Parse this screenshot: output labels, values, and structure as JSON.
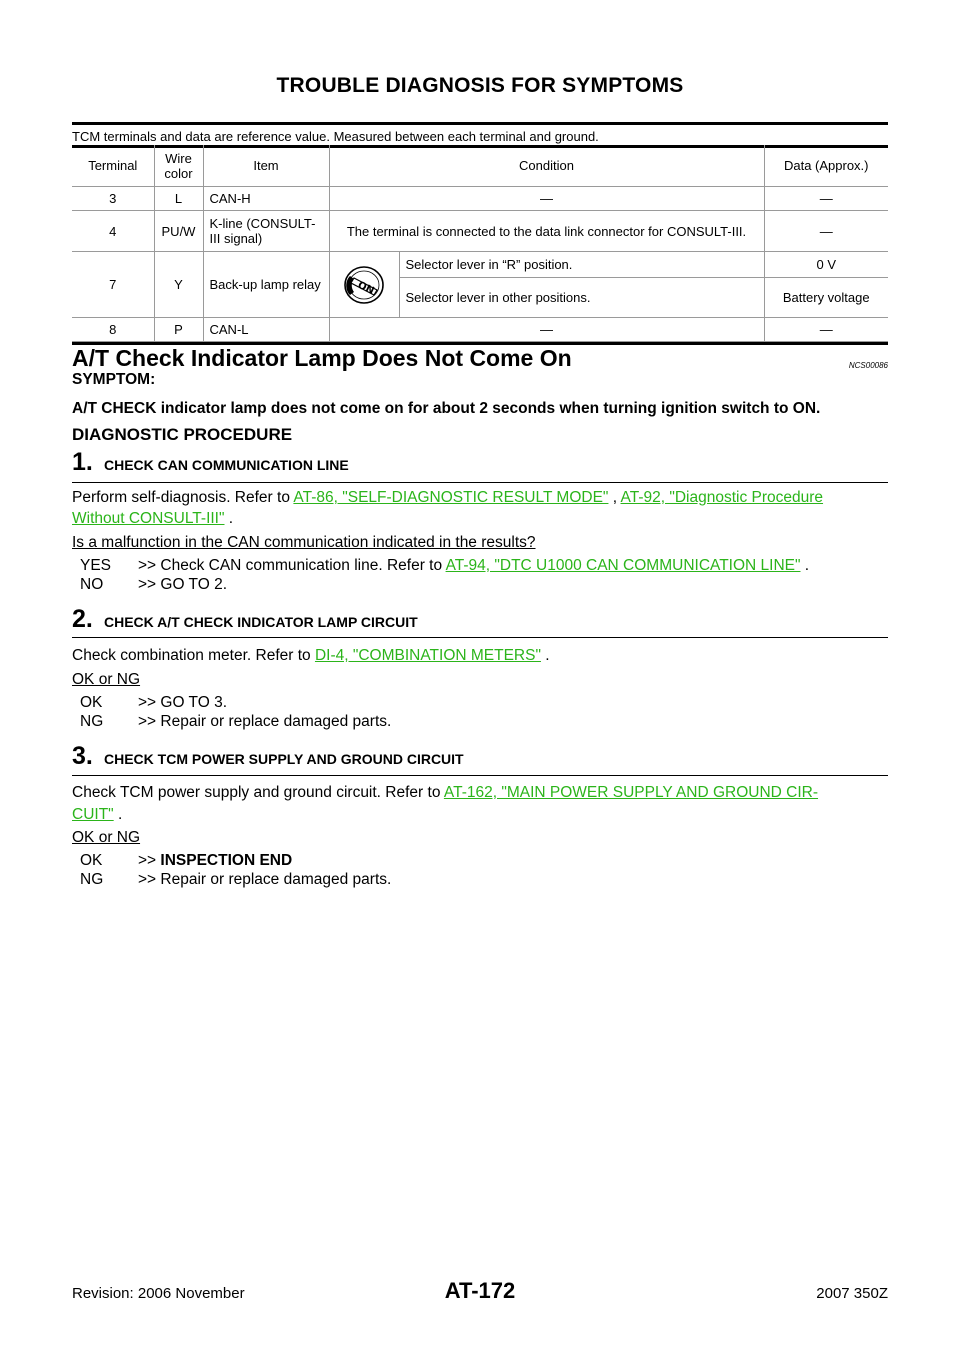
{
  "header": {
    "title": "TROUBLE DIAGNOSIS FOR SYMPTOMS"
  },
  "intro": "TCM terminals and data are reference value. Measured between each terminal and ground.",
  "table": {
    "headers": [
      "Terminal",
      "Wire color",
      "Item",
      "Condition",
      "Data (Approx.)"
    ],
    "rows": {
      "r3": {
        "terminal": "3",
        "wire": "L",
        "item": "CAN-H",
        "condition": "—",
        "data": "—"
      },
      "r4": {
        "terminal": "4",
        "wire": "PU/W",
        "item": "K-line (CONSULT-III signal)",
        "condition": "The terminal is connected to the data link connector for CONSULT-III.",
        "data": "—"
      },
      "r7": {
        "terminal": "7",
        "wire": "Y",
        "item": "Back-up lamp relay",
        "icon": "ignition-on-icon",
        "icon_text": "ON",
        "cond1": "Selector lever in “R” position.",
        "data1": "0  V",
        "cond2": "Selector lever in other positions.",
        "data2": "Battery voltage"
      },
      "r8": {
        "terminal": "8",
        "wire": "P",
        "item": "CAN-L",
        "condition": "—",
        "data": "—"
      }
    }
  },
  "section": {
    "title": "A/T Check Indicator Lamp Does Not Come On",
    "code": "NCS00086",
    "symptom_label": "SYMPTOM:",
    "symptom_text": "A/T CHECK indicator lamp does not come on for about 2 seconds when turning ignition switch to ON.",
    "procedure_label": "DIAGNOSTIC PROCEDURE"
  },
  "step1": {
    "num": "1.",
    "title": "CHECK CAN COMMUNICATION LINE",
    "text_pre": "Perform self-diagnosis. Refer to ",
    "link1": "AT-86, \"SELF-DIAGNOSTIC RESULT MODE\"",
    "sep": " , ",
    "link2a": "AT-92, \"Diagnostic Procedure",
    "link2b": "Without CONSULT-III\"",
    "text_post": " .",
    "question": "Is a malfunction in the CAN communication indicated in the results?",
    "yes_key": "YES",
    "yes_pre": ">> Check CAN communication line. Refer to ",
    "yes_link": "AT-94, \"DTC U1000 CAN COMMUNICATION LINE\"",
    "yes_post": " .",
    "no_key": "NO",
    "no_text": ">> GO TO 2."
  },
  "step2": {
    "num": "2.",
    "title": "CHECK A/T CHECK INDICATOR LAMP CIRCUIT",
    "text_pre": "Check combination meter. Refer to ",
    "link": "DI-4, \"COMBINATION METERS\"",
    "text_post": " .",
    "question": "OK or NG",
    "ok_key": "OK",
    "ok_text": ">> GO TO 3.",
    "ng_key": "NG",
    "ng_text": ">> Repair or replace damaged parts."
  },
  "step3": {
    "num": "3.",
    "title": "CHECK TCM POWER SUPPLY AND GROUND CIRCUIT",
    "text_pre": "Check TCM power supply and ground circuit. Refer to ",
    "link_a": "AT-162, \"MAIN POWER SUPPLY AND GROUND CIR-",
    "link_b": "CUIT\"",
    "text_post": " .",
    "question": "OK or NG",
    "ok_key": "OK",
    "ok_pre": ">> ",
    "ok_bold": "INSPECTION END",
    "ng_key": "NG",
    "ng_text": ">> Repair or replace damaged parts."
  },
  "footer": {
    "revision": "Revision: 2006 November",
    "page": "AT-172",
    "model": "2007 350Z"
  }
}
